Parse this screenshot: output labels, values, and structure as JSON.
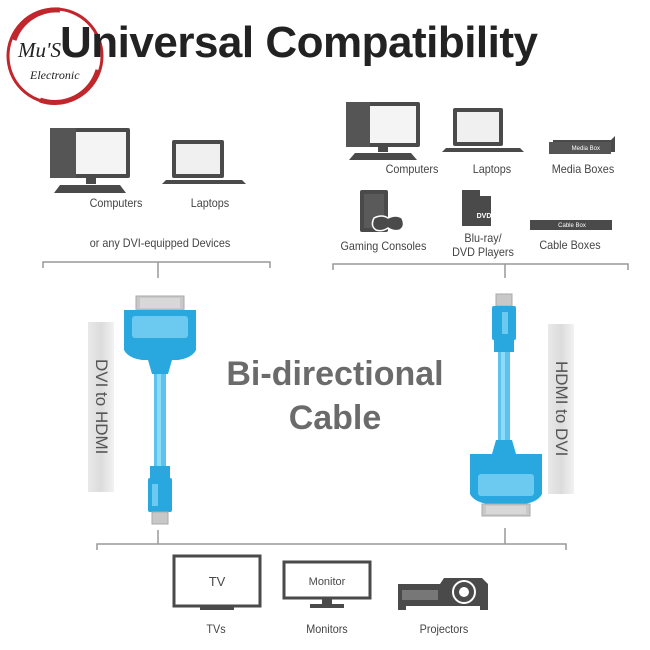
{
  "logo": {
    "line1": "Mu'S",
    "line2": "Electronic"
  },
  "title": "Universal Compatibility",
  "left_group": {
    "devices": [
      "Computers",
      "Laptops"
    ],
    "caption": "or any DVI-equipped Devices"
  },
  "right_group": {
    "devices": [
      "Computers",
      "Laptops",
      "Media Boxes",
      "Gaming Consoles",
      "Blu-ray/",
      "DVD Players",
      "Cable Boxes"
    ],
    "icon_labels": {
      "media_box": "Media Box",
      "cable_box": "Cable Box",
      "dvd": "DVD"
    }
  },
  "center": {
    "line1": "Bi-directional",
    "line2": "Cable"
  },
  "banners": {
    "left": "DVI to HDMI",
    "right": "HDMI to DVI"
  },
  "bottom_group": {
    "devices": [
      "TVs",
      "Monitors",
      "Projectors"
    ],
    "screen_labels": {
      "tv": "TV",
      "monitor": "Monitor"
    }
  },
  "colors": {
    "cable_blue": "#29a8e0",
    "cable_light": "#6ccaf0",
    "icon_dark": "#4a4a4a",
    "line_gray": "#999999"
  }
}
